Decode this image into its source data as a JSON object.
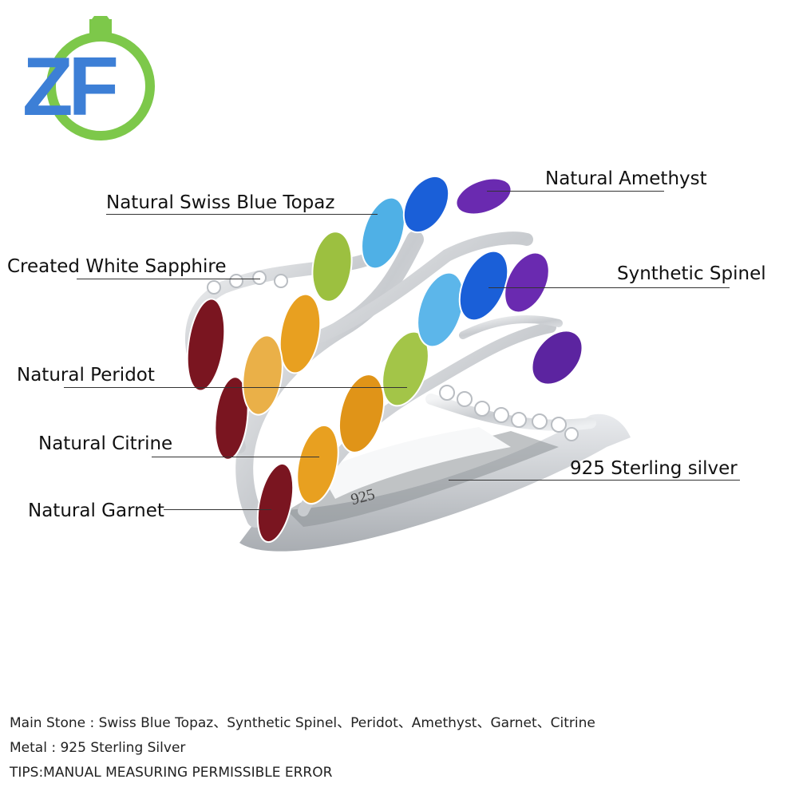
{
  "brand": {
    "logo_text": "ZF"
  },
  "colors": {
    "logo_blue": "#3d7fd6",
    "logo_green": "#7dc84a",
    "garnet": "#7a1520",
    "citrine": "#e8a020",
    "peridot": "#9cc040",
    "swiss_blue_topaz": "#4fb0e6",
    "spinel": "#1a5fd8",
    "amethyst": "#6a2ab0",
    "silver": "#d9dbde"
  },
  "labels": {
    "amethyst": "Natural Amethyst",
    "topaz": "Natural Swiss Blue Topaz",
    "sapphire": "Created White Sapphire",
    "spinel": "Synthetic Spinel",
    "peridot": "Natural Peridot",
    "citrine": "Natural Citrine",
    "silver": "925 Sterling silver",
    "garnet": "Natural Garnet"
  },
  "ring": {
    "hallmark": "925"
  },
  "specs": {
    "main_stone": "Main Stone : Swiss Blue Topaz、Synthetic Spinel、Peridot、Amethyst、Garnet、Citrine",
    "metal": "Metal : 925 Sterling Silver",
    "tips": "TIPS:MANUAL MEASURING PERMISSIBLE ERROR"
  }
}
